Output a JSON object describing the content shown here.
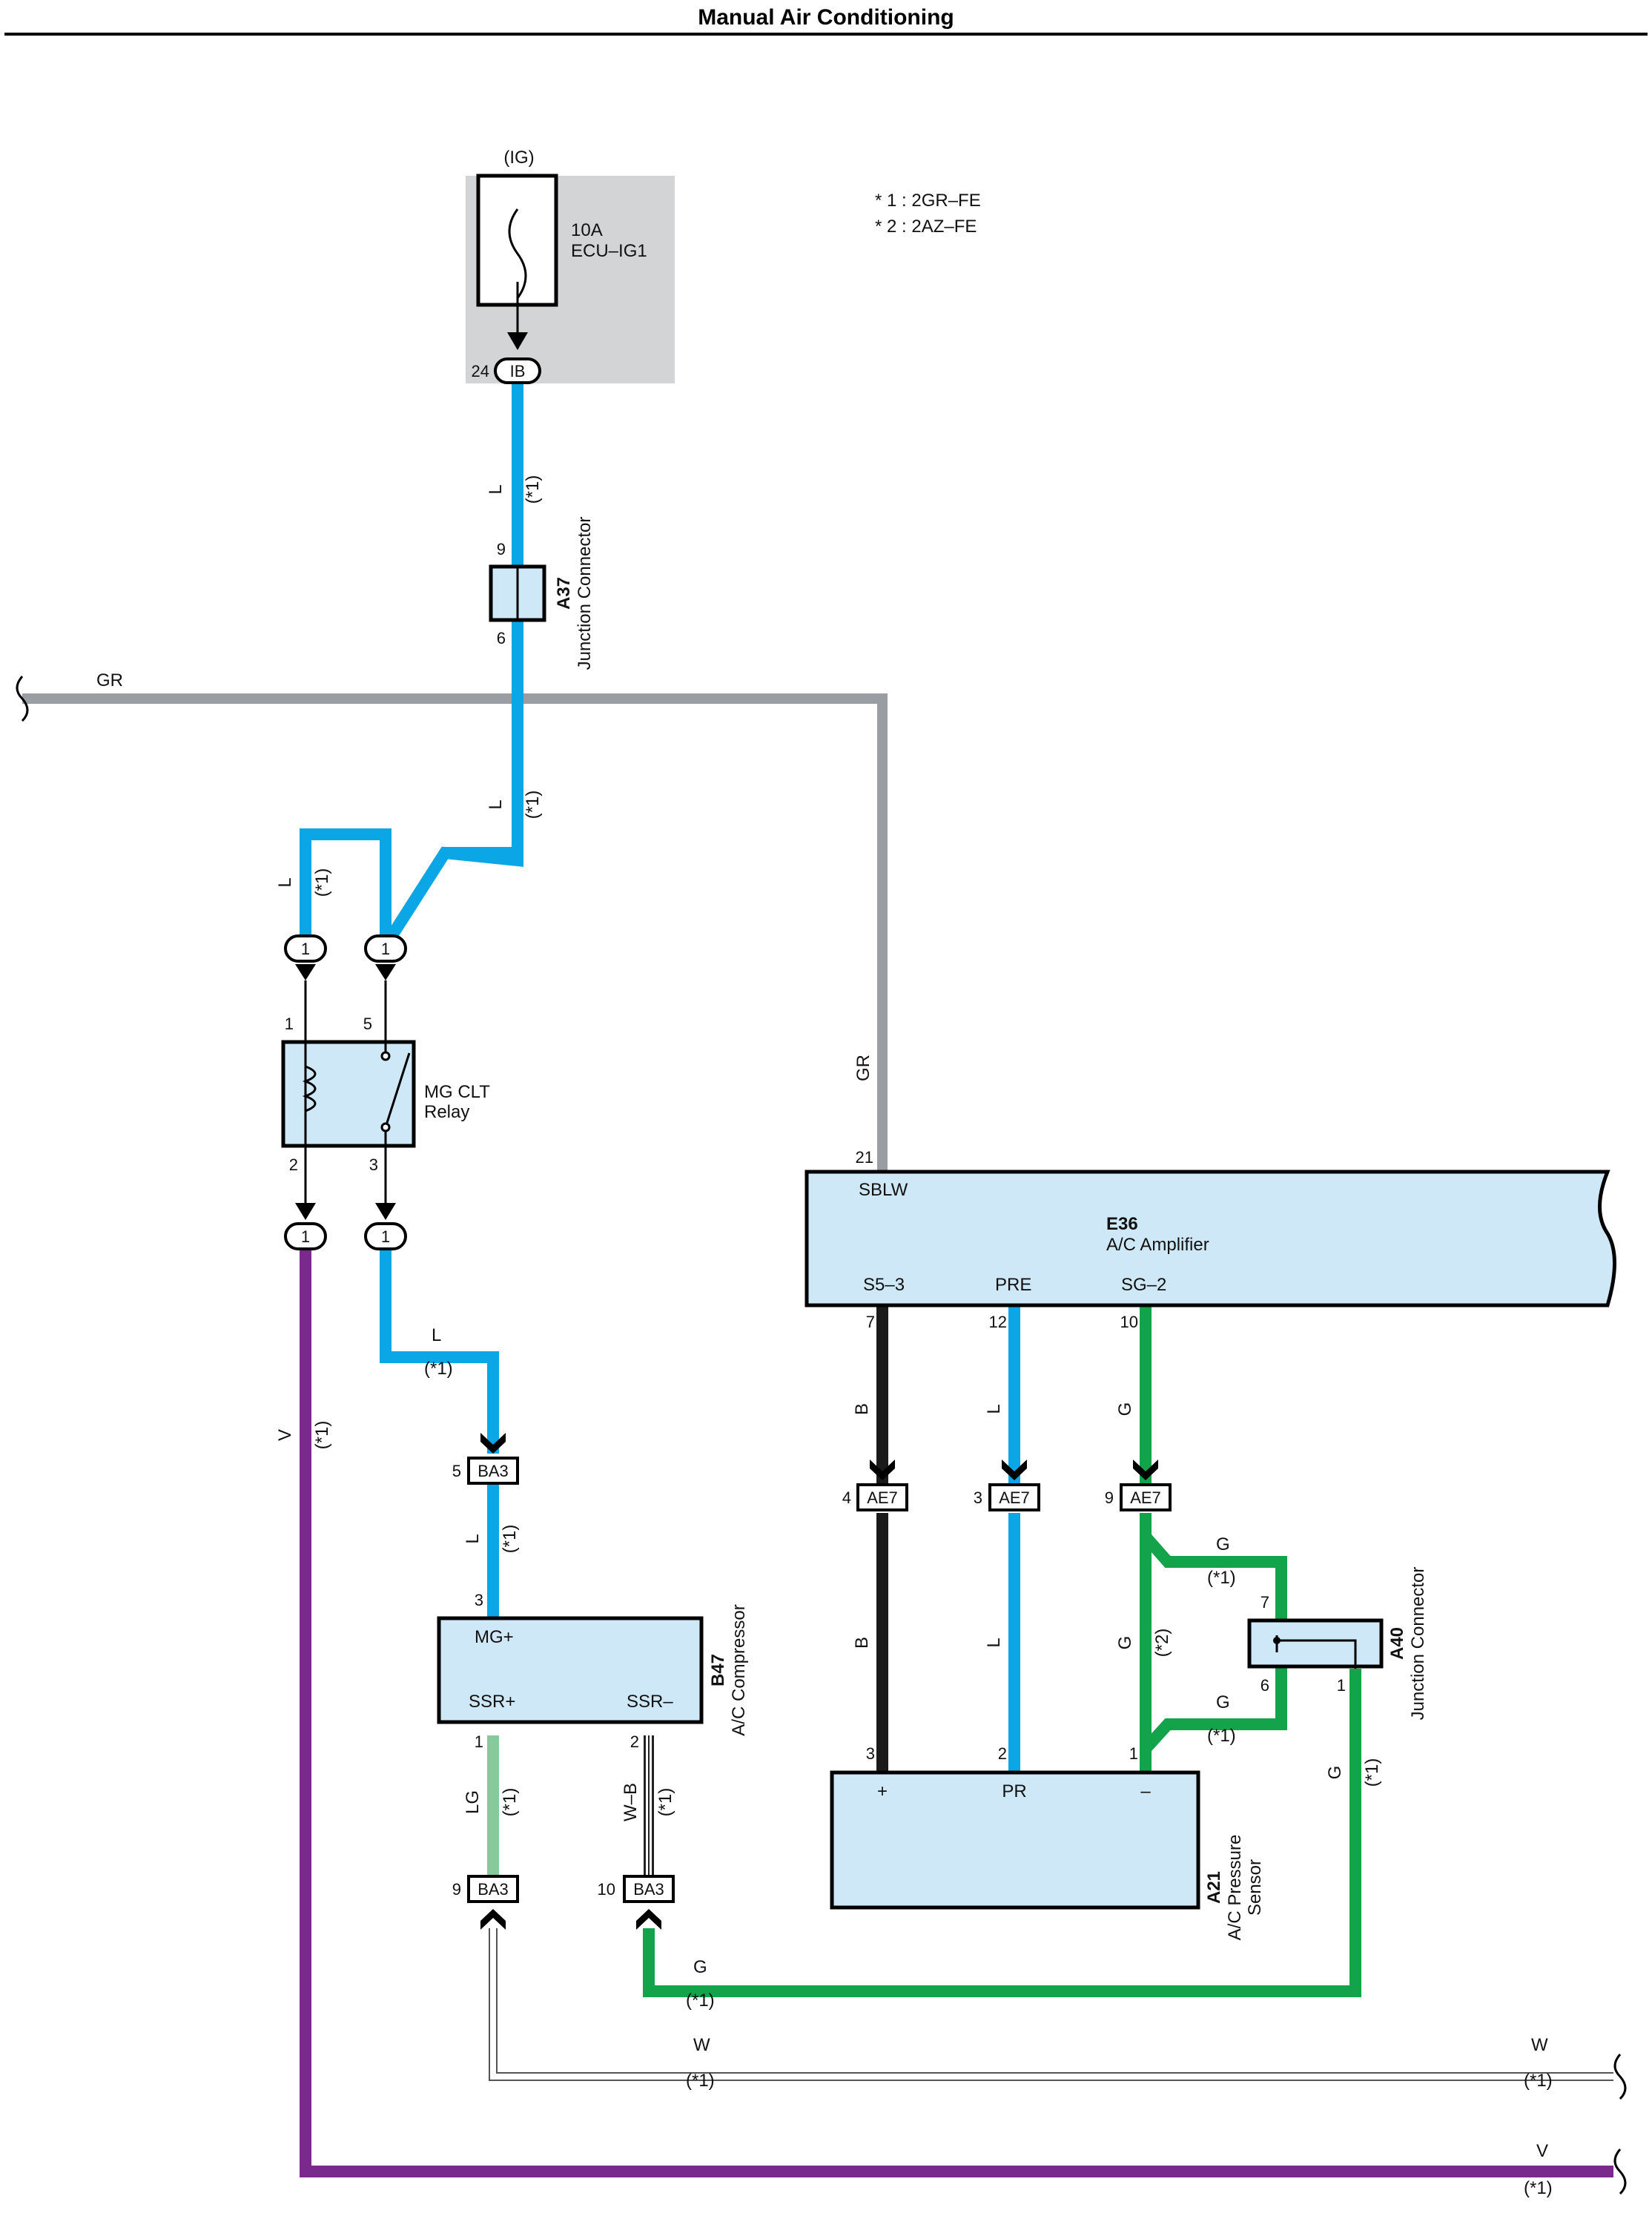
{
  "title": "Manual Air Conditioning",
  "notes": [
    "* 1 : 2GR–FE",
    "* 2 : 2AZ–FE"
  ],
  "colors": {
    "L": "#0aa6e6",
    "GR": "#9a9ea2",
    "V": "#7a2a8c",
    "B": "#1a1a1a",
    "G": "#13a34a",
    "LG": "#86c99a",
    "component_fill": "#cfe8f7",
    "fuse_box_fill": "#d3d4d6"
  },
  "fuse": {
    "supply": "(IG)",
    "rating": "10A",
    "name": "ECU–IG1",
    "pin": "24",
    "connector": "IB"
  },
  "a37": {
    "id": "A37",
    "name": "Junction Connector",
    "pin_top": "9",
    "pin_bottom": "6"
  },
  "relay": {
    "name_line1": "MG CLT",
    "name_line2": "Relay",
    "pin1": "1",
    "pin2": "2",
    "pin3": "3",
    "pin5": "5",
    "conn_label": "1"
  },
  "e36": {
    "id": "E36",
    "name": "A/C Amplifier",
    "sblw": "SBLW",
    "sblw_pin": "21",
    "s53": "S5–3",
    "s53_pin": "7",
    "pre": "PRE",
    "pre_pin": "12",
    "sg2": "SG–2",
    "sg2_pin": "10"
  },
  "ae7": {
    "label": "AE7",
    "pin_b": "4",
    "pin_l": "3",
    "pin_g": "9"
  },
  "ba3": {
    "label": "BA3",
    "pin_top": "5",
    "pin_lg": "9",
    "pin_wb": "10"
  },
  "b47": {
    "id": "B47",
    "name": "A/C Compressor",
    "mgp": "MG+",
    "mgp_pin": "3",
    "ssrp": "SSR+",
    "ssrp_pin": "1",
    "ssrm": "SSR–",
    "ssrm_pin": "2"
  },
  "a21": {
    "id": "A21",
    "name_line1": "A/C Pressure",
    "name_line2": "Sensor",
    "plus": "+",
    "pr": "PR",
    "minus": "–",
    "pin_plus": "3",
    "pin_pr": "2",
    "pin_minus": "1"
  },
  "a40": {
    "id": "A40",
    "name": "Junction Connector",
    "pin7": "7",
    "pin6": "6",
    "pin1": "1"
  },
  "wire_labels": {
    "L": "L",
    "GR": "GR",
    "V": "V",
    "B": "B",
    "G": "G",
    "LG": "LG",
    "WB": "W–B",
    "W": "W"
  },
  "notes_ref": {
    "n1": "(*1)",
    "n2": "(*2)"
  }
}
